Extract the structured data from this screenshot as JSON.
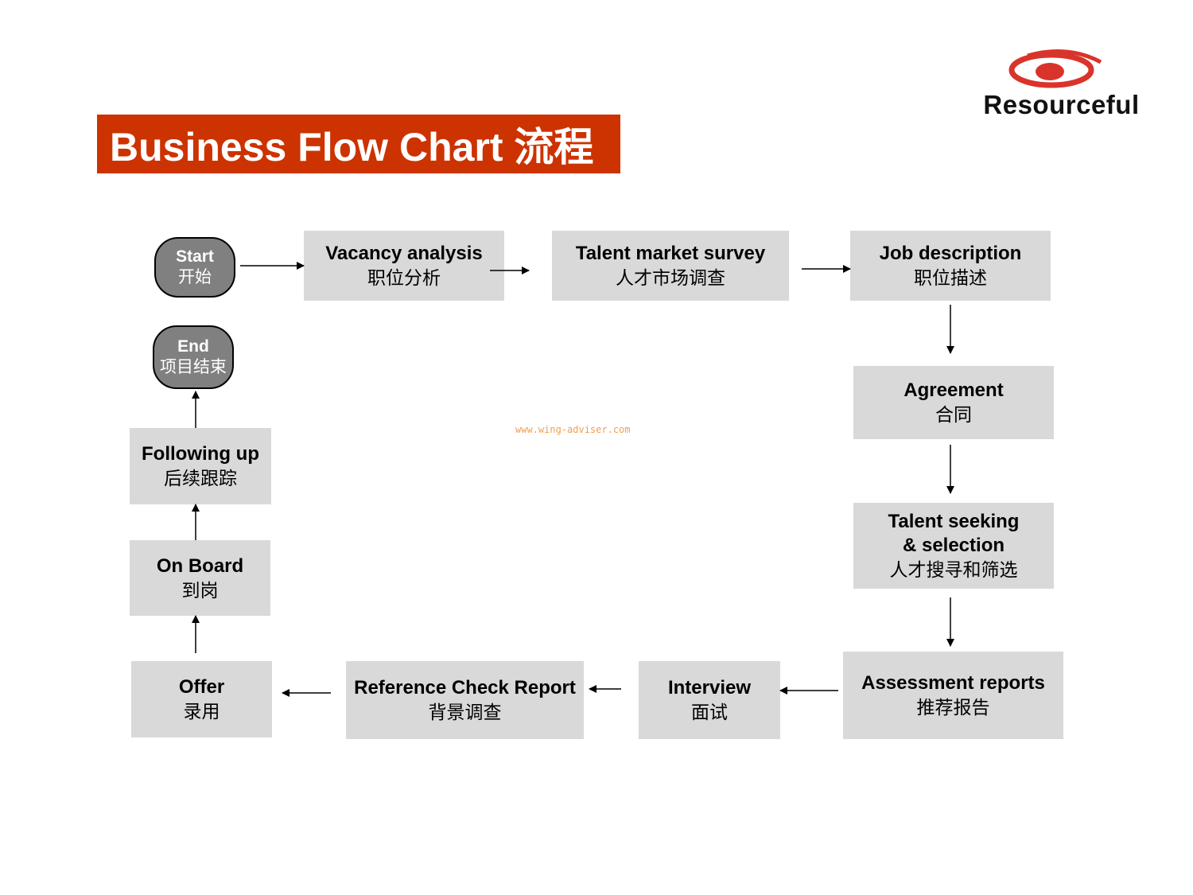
{
  "title": "Business Flow Chart 流程",
  "logo": {
    "text": "Resourceful",
    "color": "#d9342b"
  },
  "watermark": "www.wing-adviser.com",
  "colors": {
    "title_bg": "#cc3300",
    "box_bg": "#d9d9d9",
    "terminal_bg": "#808080"
  },
  "nodes": {
    "start": {
      "en": "Start",
      "zh": "开始"
    },
    "vacancy": {
      "en": "Vacancy analysis",
      "zh": "职位分析"
    },
    "market": {
      "en": "Talent market survey",
      "zh": "人才市场调查"
    },
    "jd": {
      "en": "Job description",
      "zh": "职位描述"
    },
    "agreement": {
      "en": "Agreement",
      "zh": "合同"
    },
    "seeking": {
      "en1": "Talent seeking",
      "en2": "& selection",
      "zh": "人才搜寻和筛选"
    },
    "assessment": {
      "en": "Assessment reports",
      "zh": "推荐报告"
    },
    "interview": {
      "en": "Interview",
      "zh": "面试"
    },
    "reference": {
      "en": "Reference Check Report",
      "zh": "背景调查"
    },
    "offer": {
      "en": "Offer",
      "zh": "录用"
    },
    "onboard": {
      "en": "On Board",
      "zh": "到岗"
    },
    "following": {
      "en": "Following up",
      "zh": "后续跟踪"
    },
    "end": {
      "en": "End",
      "zh": "项目结束"
    }
  }
}
